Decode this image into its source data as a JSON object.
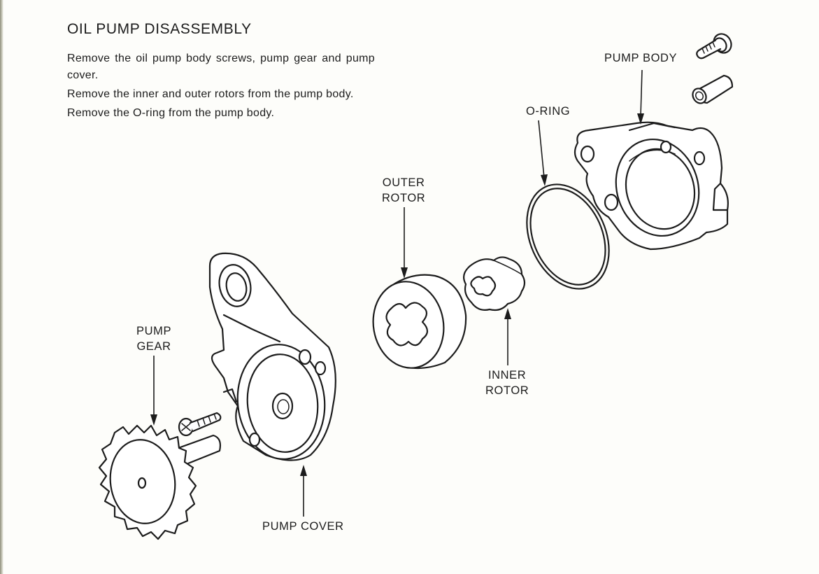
{
  "section": {
    "title": "OIL PUMP DISASSEMBLY"
  },
  "instructions": [
    "Remove the oil pump body screws, pump gear and pump cover.",
    "Remove the inner and outer rotors from the pump body.",
    "Remove the O-ring from the pump body."
  ],
  "labels": {
    "pump_body": "PUMP BODY",
    "o_ring": "O-RING",
    "outer_rotor_line1": "OUTER",
    "outer_rotor_line2": "ROTOR",
    "inner_rotor_line1": "INNER",
    "inner_rotor_line2": "ROTOR",
    "pump_gear_line1": "PUMP",
    "pump_gear_line2": "GEAR",
    "pump_cover": "PUMP COVER"
  }
}
